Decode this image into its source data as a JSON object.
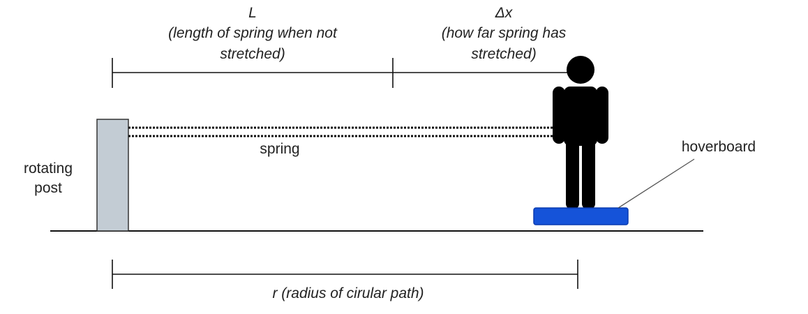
{
  "labels": {
    "L_symbol": "L",
    "L_desc_line1": "(length of spring when not",
    "L_desc_line2": "stretched)",
    "dx_symbol": "Δx",
    "dx_desc_line1": "(how far spring has",
    "dx_desc_line2": "stretched)",
    "spring": "spring",
    "post_line1": "rotating",
    "post_line2": "post",
    "hoverboard": "hoverboard",
    "radius": "r (radius of cirular path)"
  },
  "colors": {
    "post_fill": "#c3ccd4",
    "hoverboard_fill": "#1553d9",
    "person": "#000000",
    "lines": "#111111"
  }
}
